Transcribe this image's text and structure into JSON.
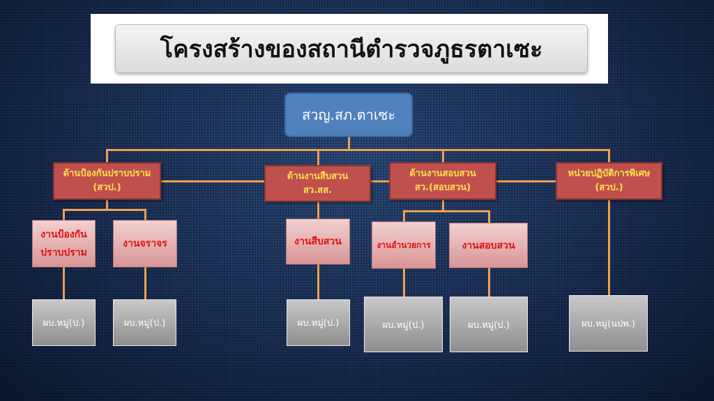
{
  "title": "โครงสร้างของสถานีตำรวจภูธรตาเซะ",
  "root": "สวญ.สภ.ตาเซะ",
  "divisions": [
    {
      "line1": "ด้านป้องกันปราบปราม",
      "line2": "(สวป.)"
    },
    {
      "line1": "ด้านงานสืบสวน",
      "line2": "สว.สส."
    },
    {
      "line1": "ด้านงานสอบสวน",
      "line2": "สว.(สอบสวน)"
    },
    {
      "line1": "หน่วยปฏิบัติการพิเศษ",
      "line2": "(สวป.)"
    }
  ],
  "units": [
    "งานป้องกันปราบปราม",
    "งานจราจร",
    "งานสืบสวน",
    "งานอำนวยการ",
    "งานสอบสวน"
  ],
  "leaders": [
    "ผบ.หมู่(ป.)",
    "ผบ.หมู่(ป.)",
    "ผบ.หมู่(ป.)",
    "ผบ.หมู่(ป.)",
    "ผบ.หมู่(ป.)",
    "ผบ.หมู่(นปพ.)"
  ]
}
